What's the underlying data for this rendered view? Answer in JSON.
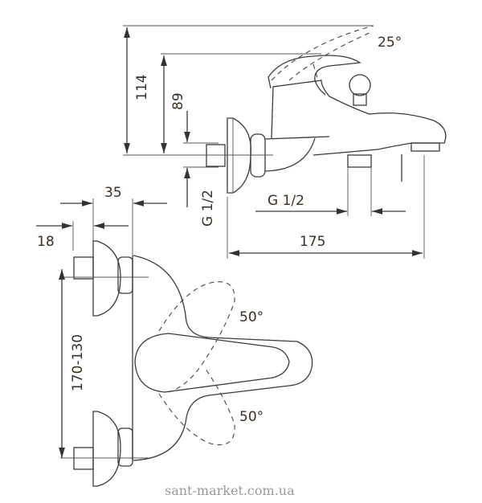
{
  "side_view": {
    "dim_height_total": "114",
    "dim_height_lever": "89",
    "dim_inlet_thread": "G 1/2",
    "dim_outlet_thread": "G 1/2",
    "dim_length": "175",
    "lever_angle": "25°"
  },
  "front_view": {
    "dim_depth": "35",
    "dim_nut": "18",
    "dim_spacing": "170-130",
    "lever_angle_up": "50°",
    "lever_angle_down": "50°"
  },
  "watermark": "sant-market.com.ua"
}
